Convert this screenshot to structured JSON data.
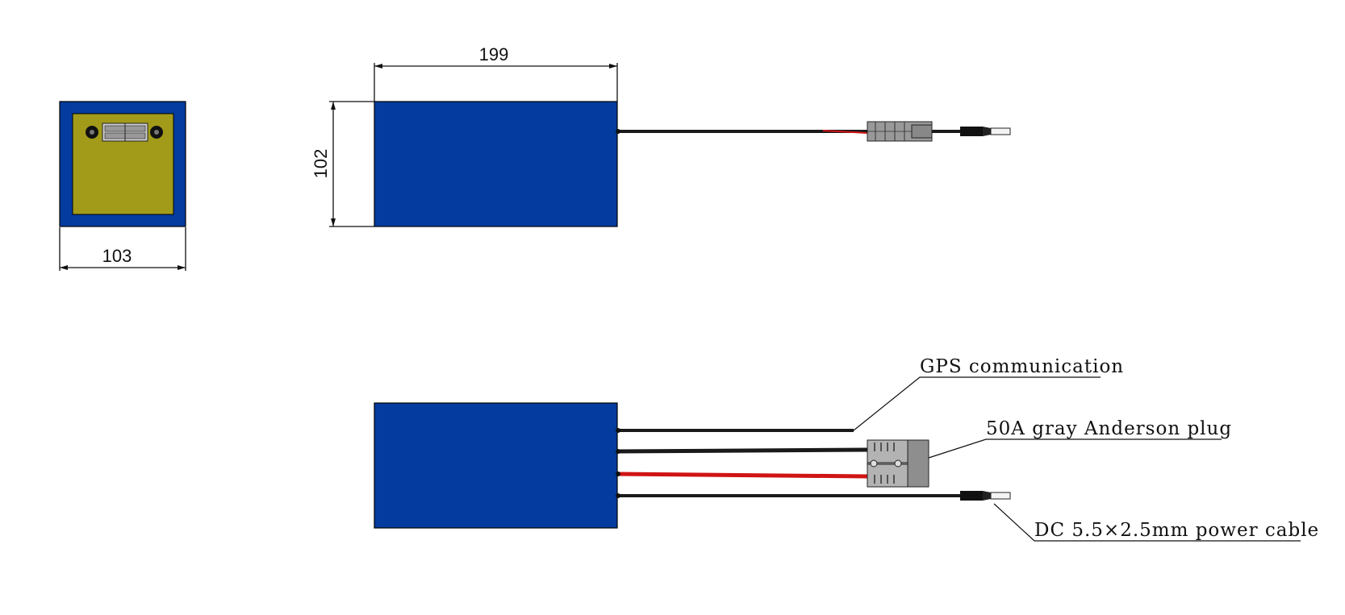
{
  "dimensions": {
    "width": "103",
    "length": "199",
    "height": "102"
  },
  "callouts": {
    "gps": "GPS communication",
    "anderson": "50A gray Anderson plug",
    "dc": "DC 5.5×2.5mm power cable"
  },
  "colors": {
    "battery_body": "#033c9e",
    "end_panel": "#a29b19",
    "red_wire": "#d01414",
    "black_wire": "#1a1a1a",
    "anderson_plug": "#8e8e8e"
  }
}
